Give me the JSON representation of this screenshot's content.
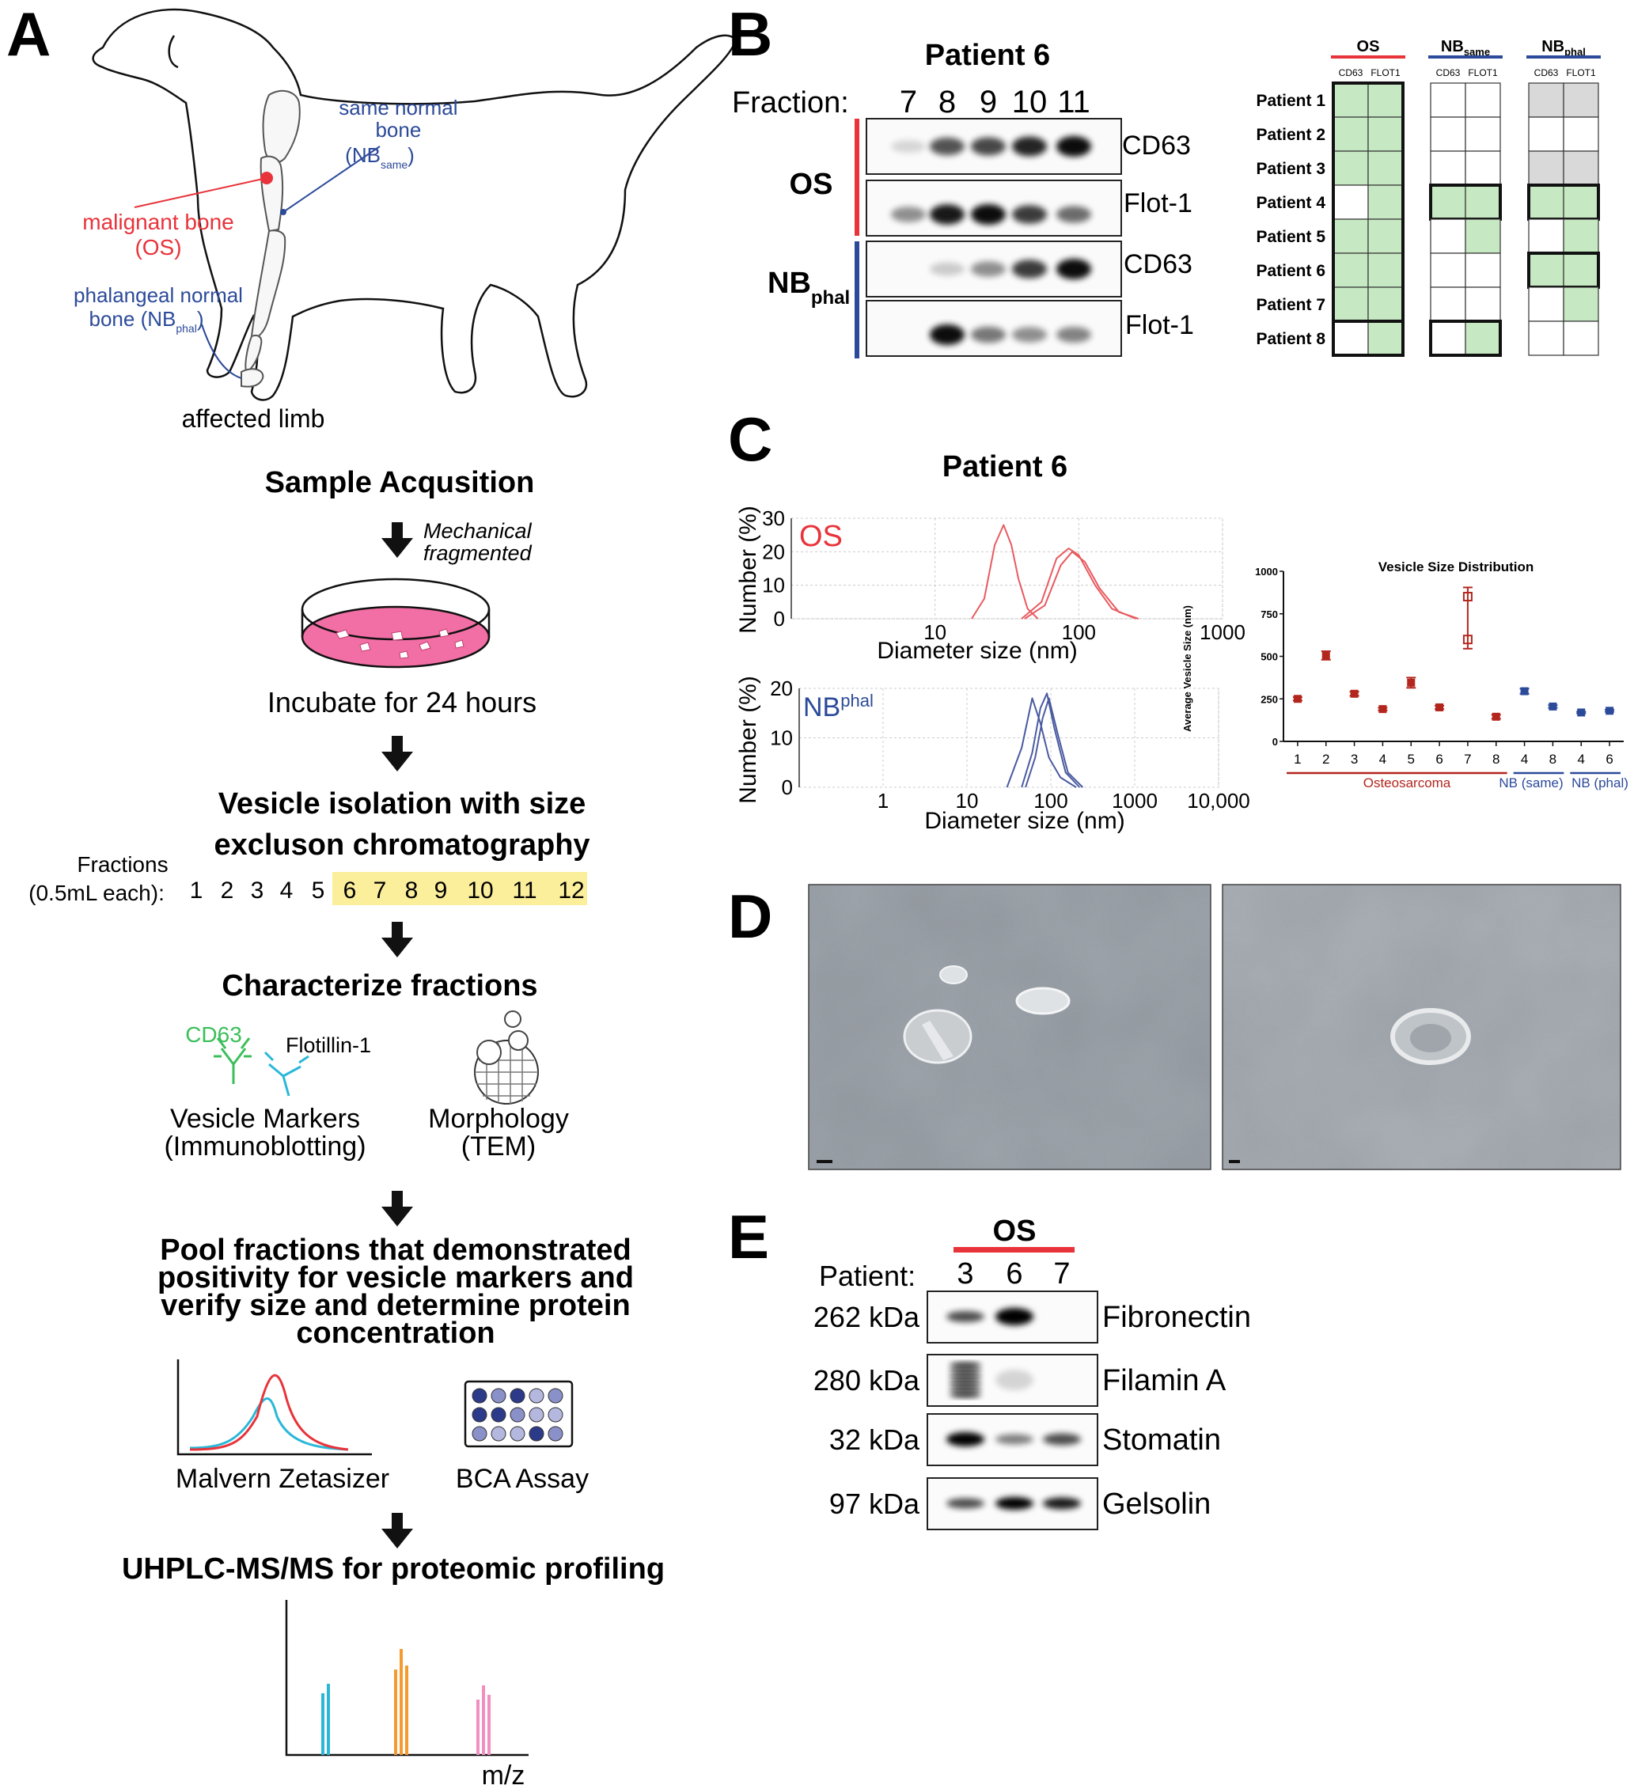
{
  "panel_a": {
    "letter": "A",
    "labels": {
      "same_normal": "same normal\nbone\n(NB",
      "same_sub": "same",
      "malignant": "malignant bone",
      "os_paren": "(OS)",
      "phal_normal": "phalangeal normal",
      "phal_bone": "bone (NB",
      "phal_sub": "phal",
      "affected_limb": "affected limb"
    },
    "steps": {
      "sample_acq": "Sample Acqusition",
      "mechanical": "Mechanical",
      "fragmented": "fragmented",
      "incubate": "Incubate for 24 hours",
      "vesicle_iso_1": "Vesicle isolation with size",
      "vesicle_iso_2": "excluson chromatography",
      "fractions_label_1": "Fractions",
      "fractions_label_2": "(0.5mL each):",
      "fractions": [
        "1",
        "2",
        "3",
        "4",
        "5",
        "6",
        "7",
        "8",
        "9",
        "10",
        "11",
        "12"
      ],
      "characterize": "Characterize fractions",
      "cd63": "CD63",
      "flotillin": "Flotillin-1",
      "vesicle_markers_1": "Vesicle Markers",
      "vesicle_markers_2": "(Immunoblotting)",
      "morphology_1": "Morphology",
      "morphology_2": "(TEM)",
      "pool_1": "Pool fractions that demonstrated",
      "pool_2": "positivity for vesicle markers and",
      "pool_3": "verify size and determine protein",
      "pool_4": "concentration",
      "malvern": "Malvern Zetasizer",
      "bca": "BCA Assay",
      "uhplc": "UHPLC-MS/MS for proteomic profiling",
      "mz": "m/z"
    },
    "colors": {
      "os_red": "#e8333a",
      "nb_blue": "#2c4a9a",
      "highlight": "#fbef9c",
      "dish_pink": "#f26fa5"
    }
  },
  "panel_b": {
    "letter": "B",
    "title": "Patient 6",
    "fraction_label": "Fraction:",
    "fractions": [
      "7",
      "8",
      "9",
      "10",
      "11"
    ],
    "group_os": "OS",
    "group_nb": "NB",
    "group_nb_sub": "phal",
    "blots": [
      "CD63",
      "Flot-1",
      "CD63",
      "Flot-1"
    ],
    "table": {
      "groups": [
        {
          "name": "OS",
          "sub": "",
          "color": "#e8333a"
        },
        {
          "name": "NB",
          "sub": "same",
          "color": "#2c4a9a"
        },
        {
          "name": "NB",
          "sub": "phal",
          "color": "#2c4a9a"
        }
      ],
      "col_labels": [
        "CD63",
        "FLOT1"
      ],
      "patients": [
        "Patient 1",
        "Patient 2",
        "Patient 3",
        "Patient 4",
        "Patient 5",
        "Patient 6",
        "Patient 7",
        "Patient 8"
      ],
      "cells": [
        [
          [
            "g",
            "g"
          ],
          [
            "w",
            "w"
          ],
          [
            "x",
            "x"
          ]
        ],
        [
          [
            "g",
            "g"
          ],
          [
            "w",
            "w"
          ],
          [
            "w",
            "w"
          ]
        ],
        [
          [
            "g",
            "g"
          ],
          [
            "w",
            "w"
          ],
          [
            "x",
            "x"
          ]
        ],
        [
          [
            "w",
            "g"
          ],
          [
            "g",
            "g"
          ],
          [
            "g",
            "g"
          ]
        ],
        [
          [
            "g",
            "g"
          ],
          [
            "w",
            "g"
          ],
          [
            "w",
            "g"
          ]
        ],
        [
          [
            "g",
            "g"
          ],
          [
            "w",
            "w"
          ],
          [
            "g",
            "g"
          ]
        ],
        [
          [
            "g",
            "g"
          ],
          [
            "w",
            "w"
          ],
          [
            "w",
            "g"
          ]
        ],
        [
          [
            "w",
            "g"
          ],
          [
            "w",
            "g"
          ],
          [
            "w",
            "w"
          ]
        ]
      ],
      "outlined": [
        [
          true,
          false,
          false
        ],
        [
          true,
          false,
          false
        ],
        [
          true,
          false,
          false
        ],
        [
          true,
          true,
          true
        ],
        [
          true,
          false,
          false
        ],
        [
          true,
          false,
          true
        ],
        [
          true,
          false,
          false
        ],
        [
          true,
          true,
          false
        ]
      ],
      "fill_colors": {
        "g": "#c6e8c2",
        "w": "#ffffff",
        "x": "#d9d9d9"
      }
    }
  },
  "panel_c": {
    "letter": "C",
    "title": "Patient 6",
    "os_label": "OS",
    "nb_label": "NB",
    "nb_sup": "phal",
    "ylabel": "Number (%)",
    "xlabel": "Diameter size (nm)",
    "scatter_title": "Vesicle Size Distribution",
    "scatter_ylabel": "Average Vesicle Size (nm)",
    "group_osteo": "Osteosarcoma",
    "group_nb_same": "NB (same)",
    "group_nb_phal": "NB (phal)"
  },
  "chart_data": [
    {
      "type": "line",
      "title": "",
      "xlabel": "Diameter size (nm)",
      "ylabel": "Number (%)",
      "x_scale": "log",
      "xlim": [
        1,
        1000
      ],
      "ylim": [
        0,
        30
      ],
      "x_ticks": [
        "10",
        "100",
        "1000"
      ],
      "y_ticks": [
        "0",
        "10",
        "20",
        "30"
      ],
      "series": [
        {
          "name": "OS",
          "x": [
            18,
            22,
            26,
            30,
            34,
            38,
            44,
            52
          ],
          "values": [
            0,
            6,
            22,
            28,
            22,
            12,
            3,
            0
          ]
        },
        {
          "name": "OS",
          "x": [
            40,
            55,
            70,
            85,
            100,
            130,
            170,
            250
          ],
          "values": [
            0,
            5,
            18,
            21,
            19,
            10,
            3,
            0
          ]
        },
        {
          "name": "OS",
          "x": [
            42,
            58,
            75,
            90,
            110,
            140,
            190,
            260
          ],
          "values": [
            0,
            4,
            16,
            20,
            17,
            9,
            2,
            0
          ]
        }
      ]
    },
    {
      "type": "line",
      "title": "",
      "xlabel": "Diameter size (nm)",
      "ylabel": "Number (%)",
      "x_scale": "log",
      "xlim": [
        0.1,
        10000
      ],
      "ylim": [
        0,
        20
      ],
      "x_ticks": [
        "1",
        "10",
        "100",
        "1000",
        "10,000"
      ],
      "y_ticks": [
        "0",
        "10",
        "20"
      ],
      "series": [
        {
          "name": "NBphal",
          "x": [
            30,
            45,
            60,
            75,
            95,
            130,
            200
          ],
          "values": [
            0,
            8,
            18,
            13,
            6,
            2,
            0
          ]
        },
        {
          "name": "NBphal",
          "x": [
            45,
            60,
            75,
            90,
            110,
            150,
            220
          ],
          "values": [
            0,
            7,
            16,
            19,
            12,
            3,
            0
          ]
        },
        {
          "name": "NBphal",
          "x": [
            50,
            65,
            80,
            95,
            120,
            160,
            240
          ],
          "values": [
            0,
            6,
            14,
            18,
            11,
            3,
            0
          ]
        }
      ]
    },
    {
      "type": "scatter",
      "title": "Vesicle Size Distribution",
      "xlabel": "",
      "ylabel": "Average Vesicle Size (nm)",
      "ylim": [
        0,
        1000
      ],
      "y_ticks": [
        "0",
        "250",
        "500",
        "750",
        "1000"
      ],
      "categories": [
        "1",
        "2",
        "3",
        "4",
        "5",
        "6",
        "7",
        "8",
        "4",
        "8",
        "4",
        "6"
      ],
      "groups": [
        "Osteosarcoma",
        "Osteosarcoma",
        "Osteosarcoma",
        "Osteosarcoma",
        "Osteosarcoma",
        "Osteosarcoma",
        "Osteosarcoma",
        "Osteosarcoma",
        "NB (same)",
        "NB (same)",
        "NB (phal)",
        "NB (phal)"
      ],
      "values": [
        250,
        505,
        280,
        190,
        345,
        200,
        725,
        145,
        295,
        205,
        170,
        180
      ],
      "error": [
        10,
        25,
        12,
        8,
        30,
        10,
        180,
        12,
        15,
        8,
        5,
        6
      ],
      "colors": [
        "#b3261e",
        "#b3261e",
        "#b3261e",
        "#b3261e",
        "#b3261e",
        "#b3261e",
        "#b3261e",
        "#b3261e",
        "#2c4a9a",
        "#2c4a9a",
        "#2c4a9a",
        "#2c4a9a"
      ]
    }
  ],
  "panel_d": {
    "letter": "D"
  },
  "panel_e": {
    "letter": "E",
    "group": "OS",
    "patient_label": "Patient:",
    "patients": [
      "3",
      "6",
      "7"
    ],
    "rows": [
      {
        "kda": "262 kDa",
        "name": "Fibronectin"
      },
      {
        "kda": "280 kDa",
        "name": "Filamin A"
      },
      {
        "kda": "32 kDa",
        "name": "Stomatin"
      },
      {
        "kda": "97 kDa",
        "name": "Gelsolin"
      }
    ]
  }
}
